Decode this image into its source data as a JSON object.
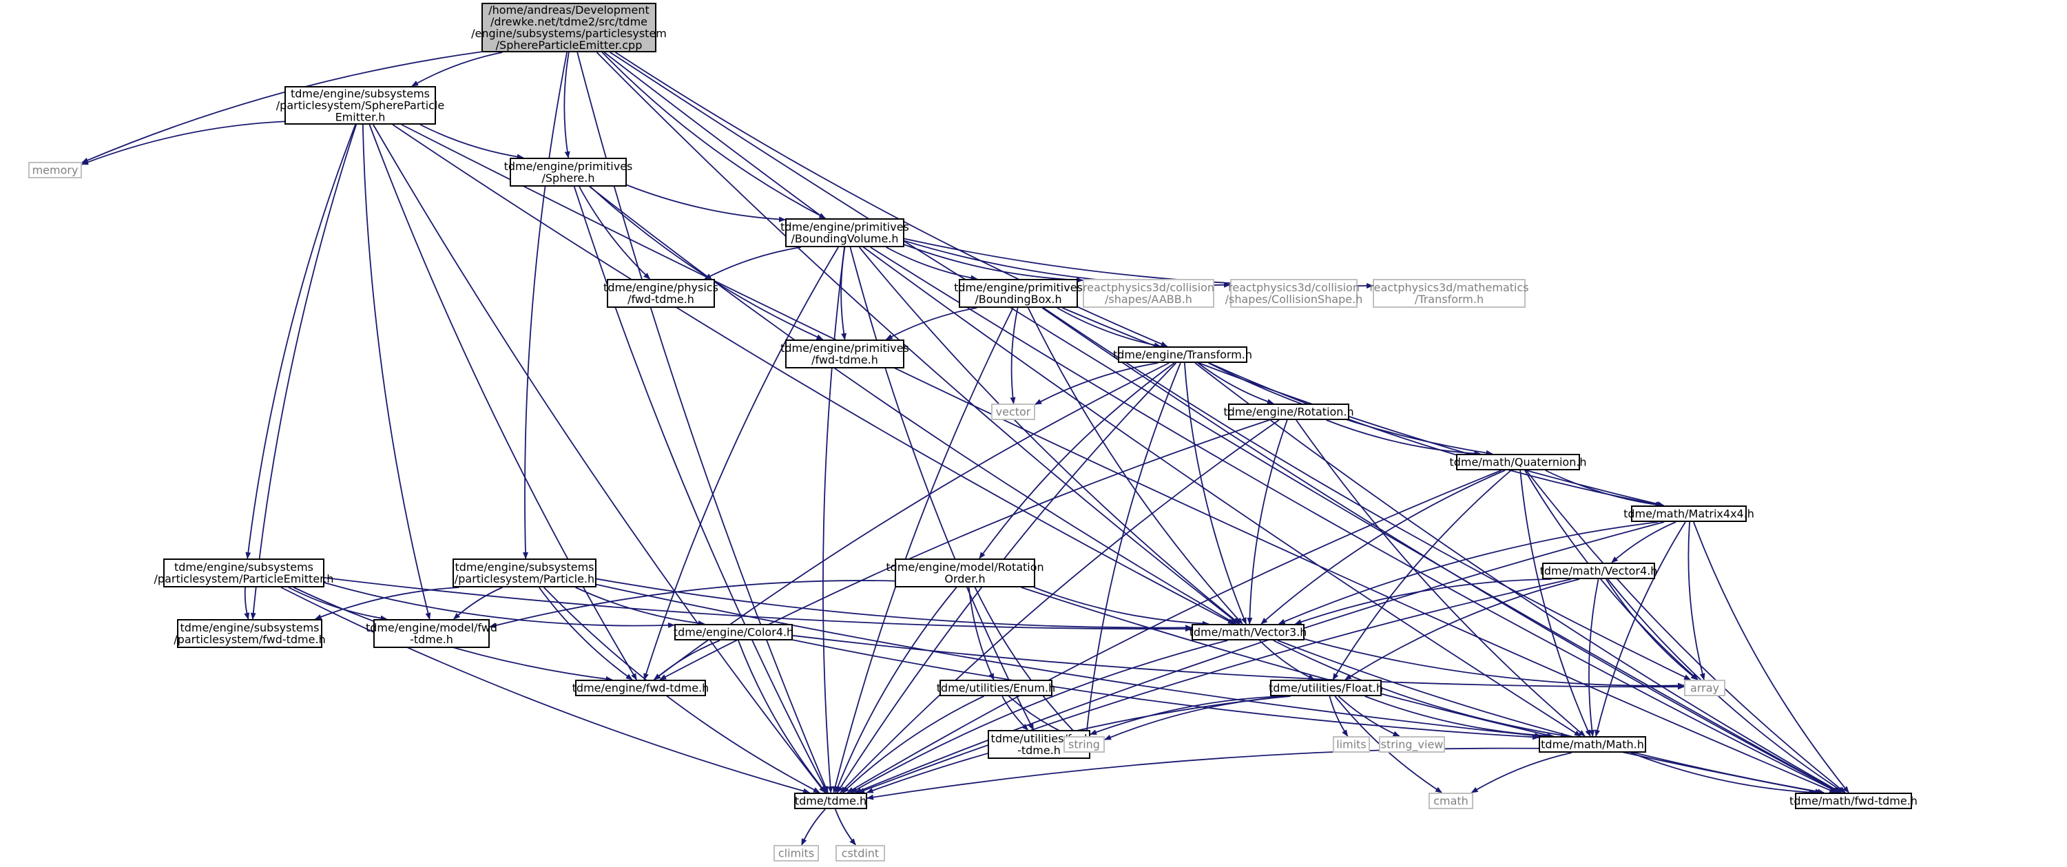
{
  "colors": {
    "edge": "#191970",
    "node_border": "#000000",
    "external_border": "#bfbfbf",
    "external_text": "#808080",
    "root_fill": "#bfbfbf",
    "node_fill": "#ffffff",
    "node_text": "#000000"
  },
  "nodes": [
    {
      "id": "root",
      "lines": [
        "/home/andreas/Development",
        "/drewke.net/tdme2/src/tdme",
        "/engine/subsystems/particlesystem",
        "/SphereParticleEmitter.cpp"
      ],
      "kind": "root"
    },
    {
      "id": "spe_h",
      "lines": [
        "tdme/engine/subsystems",
        "/particlesystem/SphereParticle",
        "Emitter.h"
      ],
      "kind": "header"
    },
    {
      "id": "memory",
      "lines": [
        "memory"
      ],
      "kind": "external"
    },
    {
      "id": "sphere_h",
      "lines": [
        "tdme/engine/primitives",
        "/Sphere.h"
      ],
      "kind": "header"
    },
    {
      "id": "bv_h",
      "lines": [
        "tdme/engine/primitives",
        "/BoundingVolume.h"
      ],
      "kind": "header"
    },
    {
      "id": "phys_fwd",
      "lines": [
        "tdme/engine/physics",
        "/fwd-tdme.h"
      ],
      "kind": "header"
    },
    {
      "id": "bb_h",
      "lines": [
        "tdme/engine/primitives",
        "/BoundingBox.h"
      ],
      "kind": "header"
    },
    {
      "id": "rp_aabb",
      "lines": [
        "reactphysics3d/collision",
        "/shapes/AABB.h"
      ],
      "kind": "external"
    },
    {
      "id": "rp_cs",
      "lines": [
        "reactphysics3d/collision",
        "/shapes/CollisionShape.h"
      ],
      "kind": "external"
    },
    {
      "id": "rp_tr",
      "lines": [
        "reactphysics3d/mathematics",
        "/Transform.h"
      ],
      "kind": "external"
    },
    {
      "id": "prim_fwd",
      "lines": [
        "tdme/engine/primitives",
        "/fwd-tdme.h"
      ],
      "kind": "header"
    },
    {
      "id": "transform_h",
      "lines": [
        "tdme/engine/Transform.h"
      ],
      "kind": "header"
    },
    {
      "id": "vector",
      "lines": [
        "vector"
      ],
      "kind": "external"
    },
    {
      "id": "rotation_h",
      "lines": [
        "tdme/engine/Rotation.h"
      ],
      "kind": "header"
    },
    {
      "id": "quat_h",
      "lines": [
        "tdme/math/Quaternion.h"
      ],
      "kind": "header"
    },
    {
      "id": "mat_h",
      "lines": [
        "tdme/math/Matrix4x4.h"
      ],
      "kind": "header"
    },
    {
      "id": "vec4_h",
      "lines": [
        "tdme/math/Vector4.h"
      ],
      "kind": "header"
    },
    {
      "id": "pe_h",
      "lines": [
        "tdme/engine/subsystems",
        "/particlesystem/ParticleEmitter.h"
      ],
      "kind": "header"
    },
    {
      "id": "particle_h",
      "lines": [
        "tdme/engine/subsystems",
        "/particlesystem/Particle.h"
      ],
      "kind": "header"
    },
    {
      "id": "ro_h",
      "lines": [
        "tdme/engine/model/Rotation",
        "Order.h"
      ],
      "kind": "header"
    },
    {
      "id": "ps_fwd",
      "lines": [
        "tdme/engine/subsystems",
        "/particlesystem/fwd-tdme.h"
      ],
      "kind": "header"
    },
    {
      "id": "model_fwd",
      "lines": [
        "tdme/engine/model/fwd",
        "-tdme.h"
      ],
      "kind": "header"
    },
    {
      "id": "color4_h",
      "lines": [
        "tdme/engine/Color4.h"
      ],
      "kind": "header"
    },
    {
      "id": "vec3_h",
      "lines": [
        "tdme/math/Vector3.h"
      ],
      "kind": "header"
    },
    {
      "id": "array",
      "lines": [
        "array"
      ],
      "kind": "external"
    },
    {
      "id": "engine_fwd",
      "lines": [
        "tdme/engine/fwd-tdme.h"
      ],
      "kind": "header"
    },
    {
      "id": "enum_h",
      "lines": [
        "tdme/utilities/Enum.h"
      ],
      "kind": "header"
    },
    {
      "id": "float_h",
      "lines": [
        "tdme/utilities/Float.h"
      ],
      "kind": "header"
    },
    {
      "id": "util_fwd",
      "lines": [
        "tdme/utilities/fwd",
        "-tdme.h"
      ],
      "kind": "header"
    },
    {
      "id": "string",
      "lines": [
        "string"
      ],
      "kind": "external"
    },
    {
      "id": "limits",
      "lines": [
        "limits"
      ],
      "kind": "external"
    },
    {
      "id": "string_view",
      "lines": [
        "string_view"
      ],
      "kind": "external"
    },
    {
      "id": "math_h",
      "lines": [
        "tdme/math/Math.h"
      ],
      "kind": "header"
    },
    {
      "id": "tdme_h",
      "lines": [
        "tdme/tdme.h"
      ],
      "kind": "header"
    },
    {
      "id": "cmath",
      "lines": [
        "cmath"
      ],
      "kind": "external"
    },
    {
      "id": "math_fwd",
      "lines": [
        "tdme/math/fwd-tdme.h"
      ],
      "kind": "header"
    },
    {
      "id": "climits",
      "lines": [
        "climits"
      ],
      "kind": "external"
    },
    {
      "id": "cstdint",
      "lines": [
        "cstdint"
      ],
      "kind": "external"
    }
  ],
  "edges": [
    [
      "root",
      "spe_h"
    ],
    [
      "root",
      "memory"
    ],
    [
      "root",
      "sphere_h"
    ],
    [
      "root",
      "bv_h"
    ],
    [
      "root",
      "particle_h"
    ],
    [
      "root",
      "transform_h"
    ],
    [
      "root",
      "vec3_h"
    ],
    [
      "root",
      "math_h"
    ],
    [
      "root",
      "tdme_h"
    ],
    [
      "root",
      "math_fwd"
    ],
    [
      "spe_h",
      "memory"
    ],
    [
      "spe_h",
      "sphere_h"
    ],
    [
      "spe_h",
      "pe_h"
    ],
    [
      "spe_h",
      "ps_fwd"
    ],
    [
      "spe_h",
      "model_fwd"
    ],
    [
      "spe_h",
      "engine_fwd"
    ],
    [
      "spe_h",
      "vec3_h"
    ],
    [
      "spe_h",
      "tdme_h"
    ],
    [
      "spe_h",
      "math_fwd"
    ],
    [
      "sphere_h",
      "bv_h"
    ],
    [
      "sphere_h",
      "phys_fwd"
    ],
    [
      "sphere_h",
      "prim_fwd"
    ],
    [
      "sphere_h",
      "vec3_h"
    ],
    [
      "sphere_h",
      "tdme_h"
    ],
    [
      "bv_h",
      "phys_fwd"
    ],
    [
      "bv_h",
      "bb_h"
    ],
    [
      "bv_h",
      "rp_aabb"
    ],
    [
      "bv_h",
      "rp_cs"
    ],
    [
      "bv_h",
      "rp_tr"
    ],
    [
      "bv_h",
      "prim_fwd"
    ],
    [
      "bv_h",
      "engine_fwd"
    ],
    [
      "bv_h",
      "vec3_h"
    ],
    [
      "bv_h",
      "util_fwd"
    ],
    [
      "bv_h",
      "tdme_h"
    ],
    [
      "bv_h",
      "math_fwd"
    ],
    [
      "bb_h",
      "prim_fwd"
    ],
    [
      "bb_h",
      "transform_h"
    ],
    [
      "bb_h",
      "vector"
    ],
    [
      "bb_h",
      "mat_h"
    ],
    [
      "bb_h",
      "vec3_h"
    ],
    [
      "bb_h",
      "array"
    ],
    [
      "bb_h",
      "tdme_h"
    ],
    [
      "bb_h",
      "math_fwd"
    ],
    [
      "transform_h",
      "vector"
    ],
    [
      "transform_h",
      "rotation_h"
    ],
    [
      "transform_h",
      "quat_h"
    ],
    [
      "transform_h",
      "mat_h"
    ],
    [
      "transform_h",
      "ro_h"
    ],
    [
      "transform_h",
      "vec3_h"
    ],
    [
      "transform_h",
      "engine_fwd"
    ],
    [
      "transform_h",
      "string"
    ],
    [
      "transform_h",
      "tdme_h"
    ],
    [
      "transform_h",
      "math_fwd"
    ],
    [
      "rotation_h",
      "quat_h"
    ],
    [
      "rotation_h",
      "vec3_h"
    ],
    [
      "rotation_h",
      "math_h"
    ],
    [
      "rotation_h",
      "engine_fwd"
    ],
    [
      "rotation_h",
      "tdme_h"
    ],
    [
      "quat_h",
      "mat_h"
    ],
    [
      "quat_h",
      "vec3_h"
    ],
    [
      "quat_h",
      "array"
    ],
    [
      "quat_h",
      "float_h"
    ],
    [
      "quat_h",
      "math_h"
    ],
    [
      "quat_h",
      "tdme_h"
    ],
    [
      "quat_h",
      "math_fwd"
    ],
    [
      "mat_h",
      "vec4_h"
    ],
    [
      "mat_h",
      "vec3_h"
    ],
    [
      "mat_h",
      "array"
    ],
    [
      "mat_h",
      "math_h"
    ],
    [
      "mat_h",
      "tdme_h"
    ],
    [
      "mat_h",
      "math_fwd"
    ],
    [
      "vec4_h",
      "vec3_h"
    ],
    [
      "vec4_h",
      "array"
    ],
    [
      "vec4_h",
      "float_h"
    ],
    [
      "vec4_h",
      "math_h"
    ],
    [
      "vec4_h",
      "tdme_h"
    ],
    [
      "vec4_h",
      "math_fwd"
    ],
    [
      "pe_h",
      "ps_fwd"
    ],
    [
      "pe_h",
      "model_fwd"
    ],
    [
      "pe_h",
      "color4_h"
    ],
    [
      "pe_h",
      "vec3_h"
    ],
    [
      "pe_h",
      "engine_fwd"
    ],
    [
      "pe_h",
      "tdme_h"
    ],
    [
      "particle_h",
      "ps_fwd"
    ],
    [
      "particle_h",
      "model_fwd"
    ],
    [
      "particle_h",
      "color4_h"
    ],
    [
      "particle_h",
      "vec3_h"
    ],
    [
      "particle_h",
      "engine_fwd"
    ],
    [
      "particle_h",
      "math_h"
    ],
    [
      "particle_h",
      "tdme_h"
    ],
    [
      "ro_h",
      "model_fwd"
    ],
    [
      "ro_h",
      "vec3_h"
    ],
    [
      "ro_h",
      "enum_h"
    ],
    [
      "ro_h",
      "string"
    ],
    [
      "ro_h",
      "tdme_h"
    ],
    [
      "ro_h",
      "math_fwd"
    ],
    [
      "color4_h",
      "engine_fwd"
    ],
    [
      "color4_h",
      "array"
    ],
    [
      "color4_h",
      "math_h"
    ],
    [
      "color4_h",
      "tdme_h"
    ],
    [
      "vec3_h",
      "array"
    ],
    [
      "vec3_h",
      "float_h"
    ],
    [
      "vec3_h",
      "math_h"
    ],
    [
      "vec3_h",
      "tdme_h"
    ],
    [
      "vec3_h",
      "math_fwd"
    ],
    [
      "enum_h",
      "util_fwd"
    ],
    [
      "enum_h",
      "string"
    ],
    [
      "enum_h",
      "tdme_h"
    ],
    [
      "float_h",
      "util_fwd"
    ],
    [
      "float_h",
      "string"
    ],
    [
      "float_h",
      "limits"
    ],
    [
      "float_h",
      "string_view"
    ],
    [
      "float_h",
      "math_h"
    ],
    [
      "float_h",
      "cmath"
    ],
    [
      "float_h",
      "tdme_h"
    ],
    [
      "math_h",
      "cmath"
    ],
    [
      "math_h",
      "tdme_h"
    ],
    [
      "math_h",
      "math_fwd"
    ],
    [
      "tdme_h",
      "climits"
    ],
    [
      "tdme_h",
      "cstdint"
    ]
  ]
}
